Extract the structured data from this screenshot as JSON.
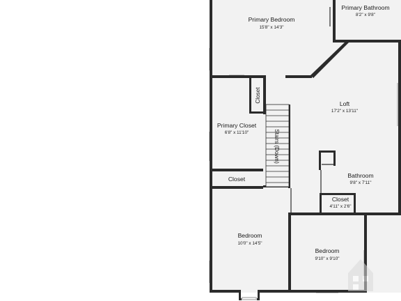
{
  "rooms": {
    "primary_bedroom": {
      "name": "Primary Bedroom",
      "dims": "15'8\" x 14'3\""
    },
    "primary_bathroom": {
      "name": "Primary Bathroom",
      "dims": "8'2\" x 9'8\""
    },
    "loft": {
      "name": "Loft",
      "dims": "17'2\" x 13'11\""
    },
    "primary_closet": {
      "name": "Primary Closet",
      "dims": "6'8\" x 11'10\""
    },
    "closet_small": {
      "name": "Closet"
    },
    "stairs": {
      "name": "Stairs (Down)"
    },
    "closet_hall": {
      "name": "Closet"
    },
    "bathroom": {
      "name": "Bathroom",
      "dims": "9'8\" x 7'11\""
    },
    "closet_bath": {
      "name": "Closet",
      "dims": "4'11\" x 2'6\""
    },
    "bedroom_left": {
      "name": "Bedroom",
      "dims": "10'0\" x 14'5\""
    },
    "bedroom_right": {
      "name": "Bedroom",
      "dims": "9'10\" x 9'10\""
    }
  },
  "colors": {
    "wall": "#2b2b2b",
    "floor": "#f2f2f2",
    "background": "#ffffff"
  }
}
